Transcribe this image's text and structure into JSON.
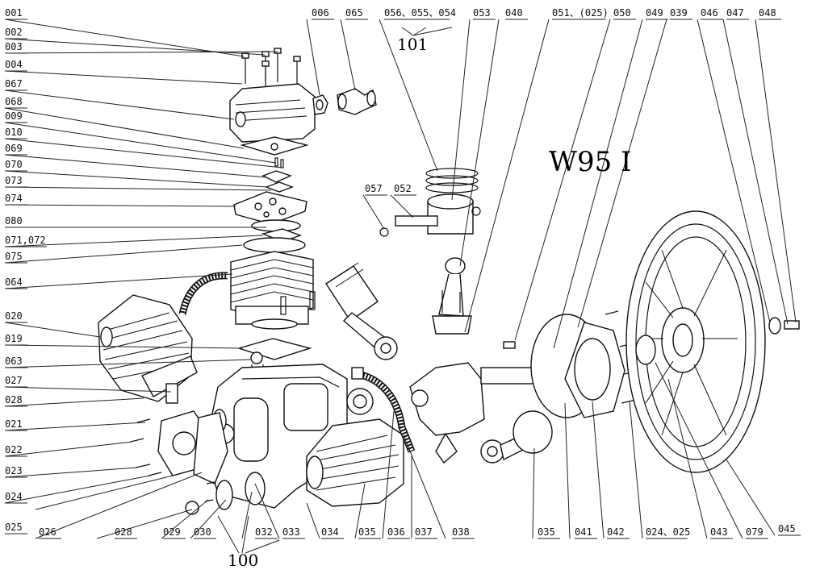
{
  "diagram": {
    "model_name": "W95 I",
    "group_labels": [
      "101",
      "100"
    ],
    "part_labels": [
      "001",
      "002",
      "003",
      "004",
      "067",
      "068",
      "009",
      "010",
      "069",
      "070",
      "073",
      "074",
      "080",
      "071,072",
      "075",
      "064",
      "020",
      "019",
      "063",
      "027",
      "028",
      "021",
      "022",
      "023",
      "024",
      "025",
      "026",
      "028",
      "029",
      "030",
      "032",
      "033",
      "034",
      "035",
      "036",
      "037",
      "038",
      "035",
      "041",
      "042",
      "024、025",
      "043",
      "079",
      "045",
      "006",
      "065",
      "056、055、054",
      "053",
      "040",
      "051、(025)",
      "050",
      "049",
      "039",
      "046",
      "047",
      "048",
      "057",
      "052"
    ]
  }
}
